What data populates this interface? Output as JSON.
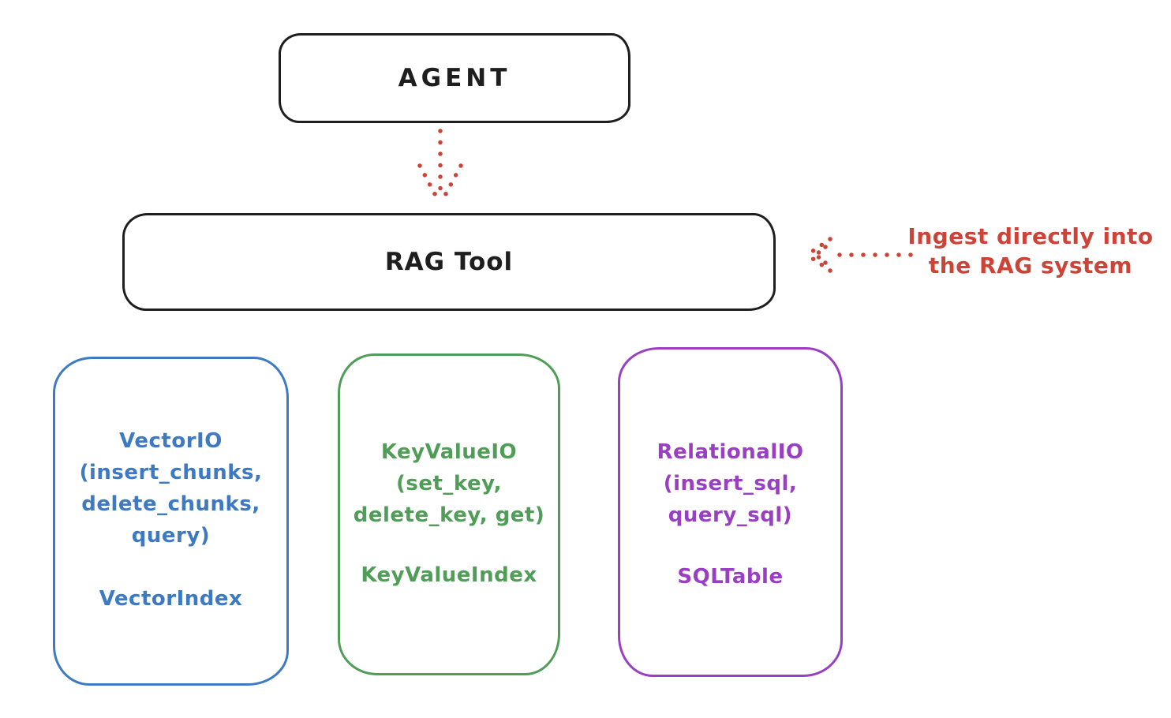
{
  "diagram": {
    "background": "#ffffff",
    "stroke_color": "#1e1e1e",
    "agent_node": {
      "label": "AGENT"
    },
    "rag_tool_node": {
      "label": "RAG Tool"
    },
    "annotation": {
      "line1": "Ingest directly into",
      "line2": "the RAG system",
      "color": "#cc4437"
    },
    "arrows": [
      {
        "name": "agent-to-rag-tool",
        "style": "dotted",
        "direction": "down",
        "color": "#cc4437"
      },
      {
        "name": "annotation-to-rag-tool",
        "style": "dotted",
        "direction": "left",
        "color": "#cc4437"
      }
    ],
    "backend_boxes": [
      {
        "name": "vector-io",
        "color": "#3d7ac2",
        "title_lines": [
          "VectorIO",
          "(insert_chunks,",
          "delete_chunks,",
          "query)"
        ],
        "index_label": "VectorIndex"
      },
      {
        "name": "keyvalue-io",
        "color": "#4f9d57",
        "title_lines": [
          "KeyValueIO",
          "(set_key,",
          "delete_key, get)"
        ],
        "index_label": "KeyValueIndex"
      },
      {
        "name": "relational-io",
        "color": "#9a3fc4",
        "title_lines": [
          "RelationalIO",
          "(insert_sql,",
          "query_sql)"
        ],
        "index_label": "SQLTable"
      }
    ]
  }
}
